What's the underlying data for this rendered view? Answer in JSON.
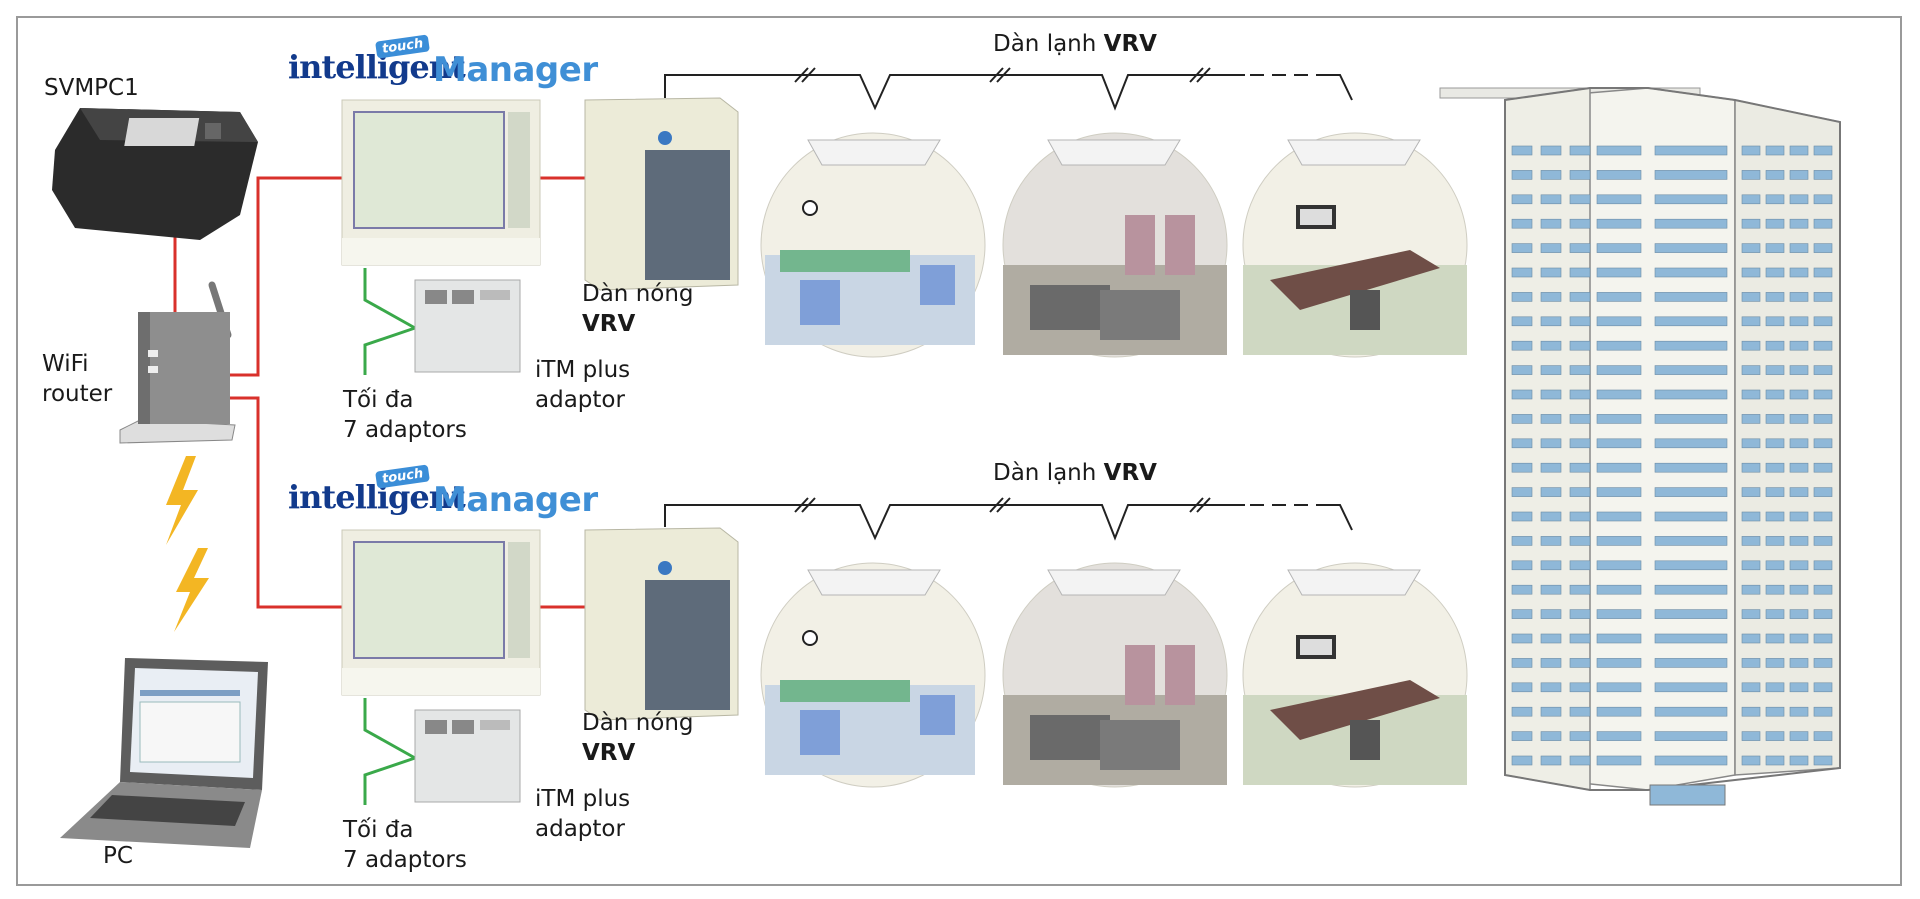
{
  "labels": {
    "svmpc": "SVMPC1",
    "wifi_line1": "WiFi",
    "wifi_line2": "router",
    "pc": "PC",
    "logo_intelligent": "intelligent",
    "logo_touch": "touch",
    "logo_manager": "Manager",
    "indoor_prefix": "Dàn lạnh ",
    "indoor_bold": "VRV",
    "outdoor_line1": "Dàn nóng",
    "outdoor_bold": "VRV",
    "max_line1": "Tối đa",
    "max_line2": "7 adaptors",
    "itm_line1": "iTM plus",
    "itm_line2": "adaptor"
  },
  "colors": {
    "network_line": "#d9312b",
    "adaptor_line": "#3aa94a",
    "refrigerant_line": "#222222",
    "building_window": "#8fb8d8",
    "lightning": "#f3b623"
  },
  "icons": {
    "router": "wifi-router-icon",
    "laptop": "laptop-icon",
    "svmpc": "controller-box-icon",
    "building": "building-icon",
    "lightning": "wireless-bolt-icon"
  }
}
